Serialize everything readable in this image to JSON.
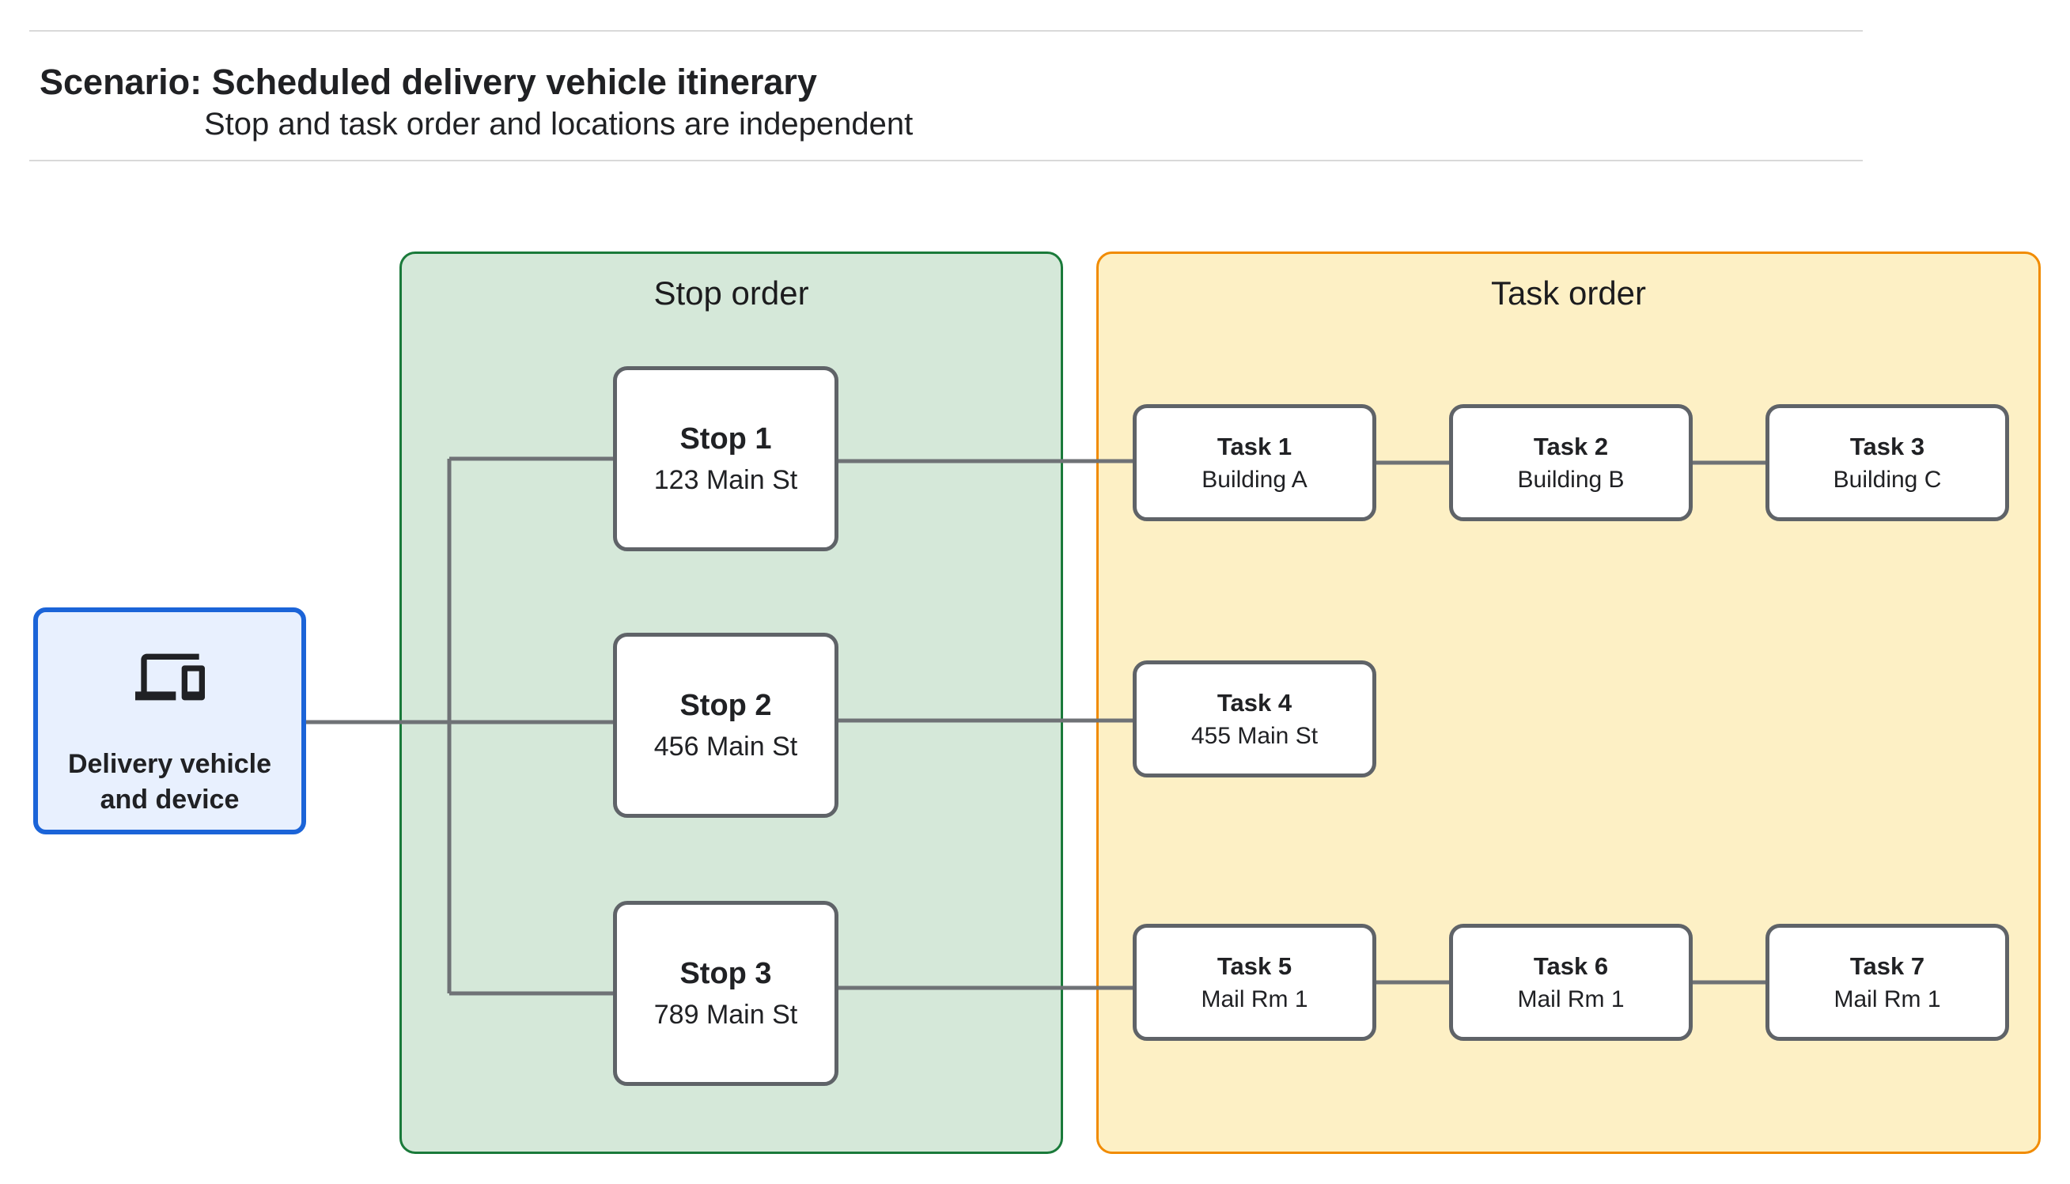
{
  "header": {
    "title": "Scenario: Scheduled delivery vehicle itinerary",
    "subtitle": "Stop and task order and locations are independent"
  },
  "vehicle": {
    "label": "Delivery vehicle and device",
    "icon": "devices-icon",
    "fill_color": "#e8f0fe",
    "border_color": "#1b64d8"
  },
  "panels": {
    "stop": {
      "title": "Stop order",
      "fill_color": "#d5e8d9",
      "border_color": "#1a7a3a"
    },
    "task": {
      "title": "Task order",
      "fill_color": "#fdf0c5",
      "border_color": "#f18b00"
    }
  },
  "stops": [
    {
      "name": "Stop 1",
      "location": "123 Main St"
    },
    {
      "name": "Stop 2",
      "location": "456 Main St"
    },
    {
      "name": "Stop 3",
      "location": "789 Main St"
    }
  ],
  "tasks": [
    {
      "name": "Task 1",
      "location": "Building A"
    },
    {
      "name": "Task 2",
      "location": "Building B"
    },
    {
      "name": "Task 3",
      "location": "Building C"
    },
    {
      "name": "Task 4",
      "location": "455 Main St"
    },
    {
      "name": "Task 5",
      "location": "Mail Rm 1"
    },
    {
      "name": "Task 6",
      "location": "Mail Rm 1"
    },
    {
      "name": "Task 7",
      "location": "Mail Rm 1"
    }
  ],
  "colors": {
    "connector": "#6f7276",
    "node_border": "#5f6368",
    "text": "#202124",
    "divider": "#d9d9d9"
  }
}
